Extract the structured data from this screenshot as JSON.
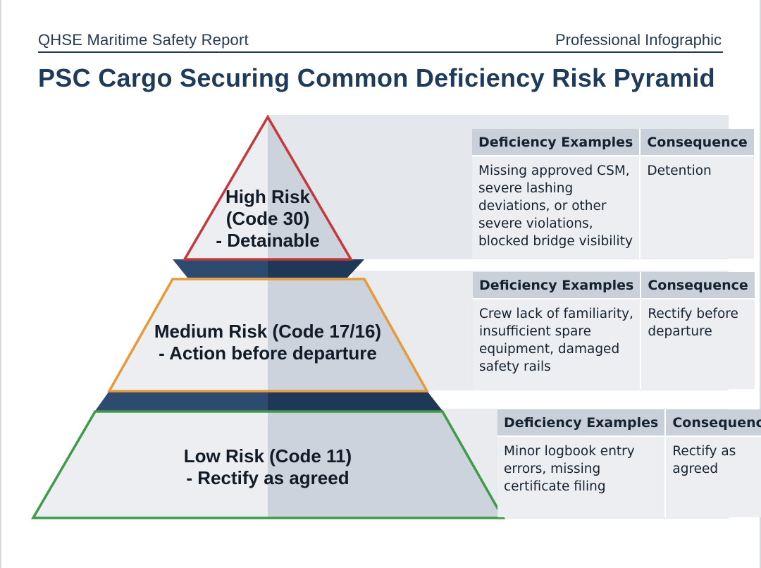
{
  "header": {
    "left_text": "QHSE Maritime Safety Report",
    "right_text": "Professional Infographic",
    "title": "PSC Cargo Securing Common Deficiency Risk Pyramid"
  },
  "colors": {
    "high_outline": "#c6373c",
    "medium_outline": "#e69a3a",
    "low_outline": "#3f9a4a",
    "band_fill": "#2d4b6e",
    "title_color": "#1f3b5c"
  },
  "tiers": [
    {
      "id": "high",
      "label_lines": [
        "High Risk",
        "(Code 30)",
        "- Detainable"
      ],
      "col_examples": "Deficiency Examples",
      "col_consequence": "Consequence",
      "examples_lines": [
        "Missing approved CSM,",
        "severe lashing",
        "deviations, or other",
        "severe violations,",
        "blocked bridge visibility"
      ],
      "consequence_lines": [
        "Detention"
      ]
    },
    {
      "id": "medium",
      "label_lines": [
        "Medium Risk (Code 17/16)",
        "- Action before departure"
      ],
      "col_examples": "Deficiency Examples",
      "col_consequence": "Consequence",
      "examples_lines": [
        "Crew lack of familiarity,",
        "insufficient spare",
        "equipment, damaged",
        "safety rails"
      ],
      "consequence_lines": [
        "Rectify before",
        "departure"
      ]
    },
    {
      "id": "low",
      "label_lines": [
        "Low Risk (Code 11)",
        "- Rectify as agreed"
      ],
      "col_examples": "Deficiency Examples",
      "col_consequence": "Consequence",
      "examples_lines": [
        "Minor logbook entry",
        "errors, missing",
        "certificate filing"
      ],
      "consequence_lines": [
        "Rectify as",
        "agreed"
      ]
    }
  ]
}
